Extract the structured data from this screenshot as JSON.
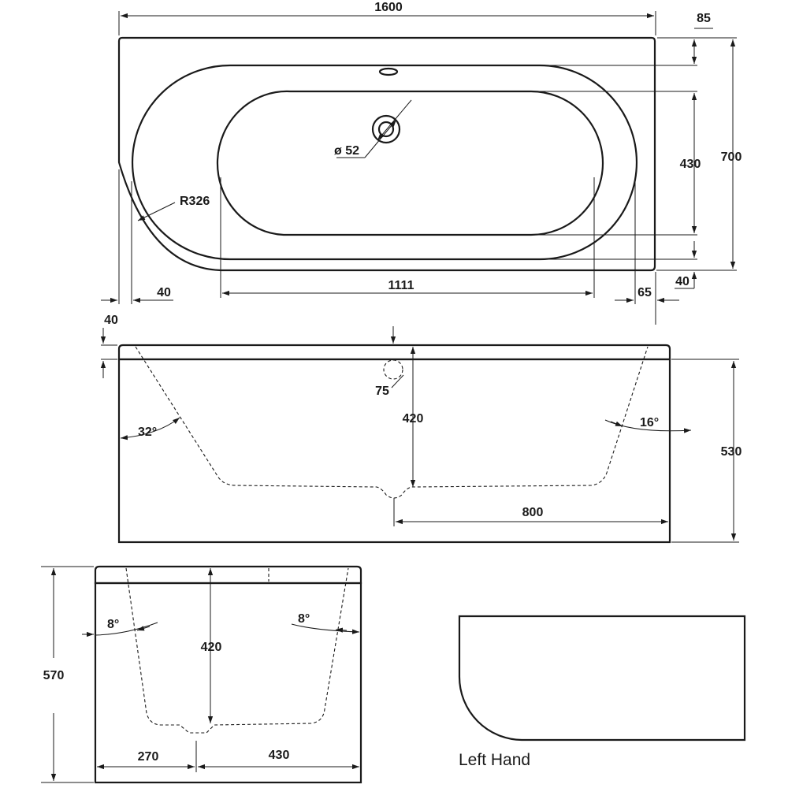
{
  "plan_view": {
    "length": "1600",
    "rim_top": "85",
    "width": "700",
    "inner_width": "430",
    "waste_diameter": "ø 52",
    "corner_radius": "R326",
    "rim_left": "40",
    "inner_length": "1111",
    "rim_right": "65",
    "rim_bottom": "40"
  },
  "side_view": {
    "rim_thickness": "40",
    "waste_height": "75",
    "depth": "420",
    "left_angle": "32°",
    "right_angle": "16°",
    "height": "530",
    "waste_to_end": "800"
  },
  "end_view": {
    "height": "570",
    "depth": "420",
    "left_angle": "8°",
    "right_angle": "8°",
    "left_offset": "270",
    "right_offset": "430"
  },
  "handing": {
    "label": "Left Hand"
  }
}
